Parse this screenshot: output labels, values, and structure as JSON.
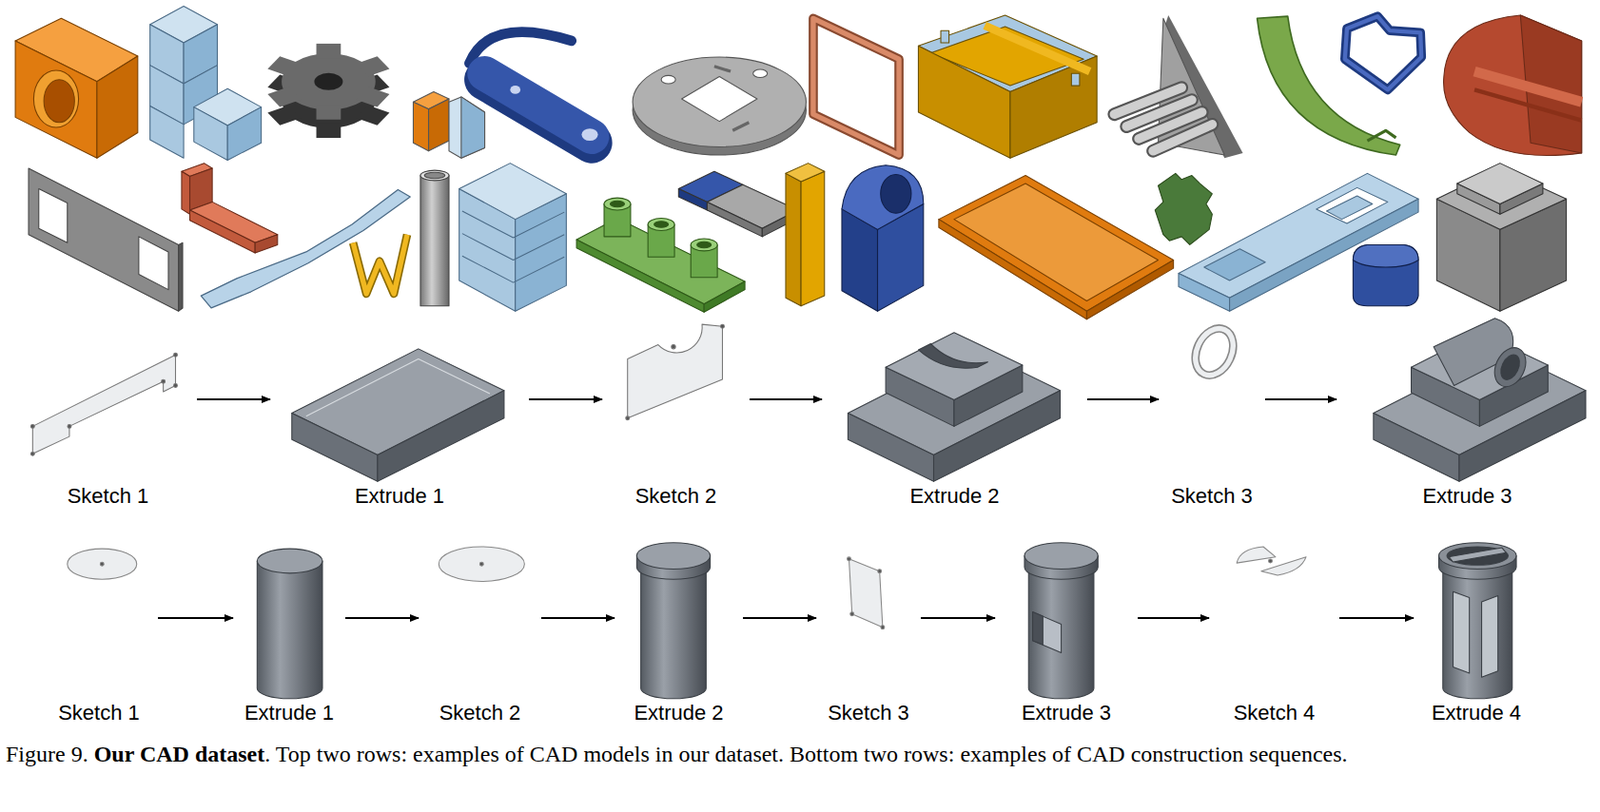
{
  "diagram": {
    "caption": "Figure 9. Our CAD dataset. Top two rows: examples of CAD models in our dataset. Bottom two rows: examples of CAD construction sequences.",
    "nodes": [
      {
        "text": [
          "Sketch 1"
        ]
      },
      {
        "text": [
          "Extrude 1"
        ]
      },
      {
        "text": [
          "Sketch 2"
        ]
      },
      {
        "text": [
          "Extrude 2"
        ]
      },
      {
        "text": [
          "Sketch 3"
        ]
      },
      {
        "text": [
          "Extrude 3"
        ]
      },
      {
        "text": [
          "Sketch 1"
        ]
      },
      {
        "text": [
          "Extrude 1"
        ]
      },
      {
        "text": [
          "Sketch 2"
        ]
      },
      {
        "text": [
          "Extrude 2"
        ]
      },
      {
        "text": [
          "Sketch 3"
        ]
      },
      {
        "text": [
          "Extrude 3"
        ]
      },
      {
        "text": [
          "Sketch 4"
        ]
      },
      {
        "text": [
          "Extrude 4"
        ]
      }
    ],
    "edges": [
      {
        "from": 0,
        "to": 1,
        "arrow": "to"
      },
      {
        "from": 1,
        "to": 2,
        "arrow": "to"
      },
      {
        "from": 2,
        "to": 3,
        "arrow": "to"
      },
      {
        "from": 3,
        "to": 4,
        "arrow": "to"
      },
      {
        "from": 4,
        "to": 5,
        "arrow": "to"
      },
      {
        "from": 6,
        "to": 7,
        "arrow": "to"
      },
      {
        "from": 7,
        "to": 8,
        "arrow": "to"
      },
      {
        "from": 8,
        "to": 9,
        "arrow": "to"
      },
      {
        "from": 9,
        "to": 10,
        "arrow": "to"
      },
      {
        "from": 10,
        "to": 11,
        "arrow": "to"
      },
      {
        "from": 11,
        "to": 12,
        "arrow": "to"
      },
      {
        "from": 12,
        "to": 13,
        "arrow": "to"
      }
    ]
  }
}
